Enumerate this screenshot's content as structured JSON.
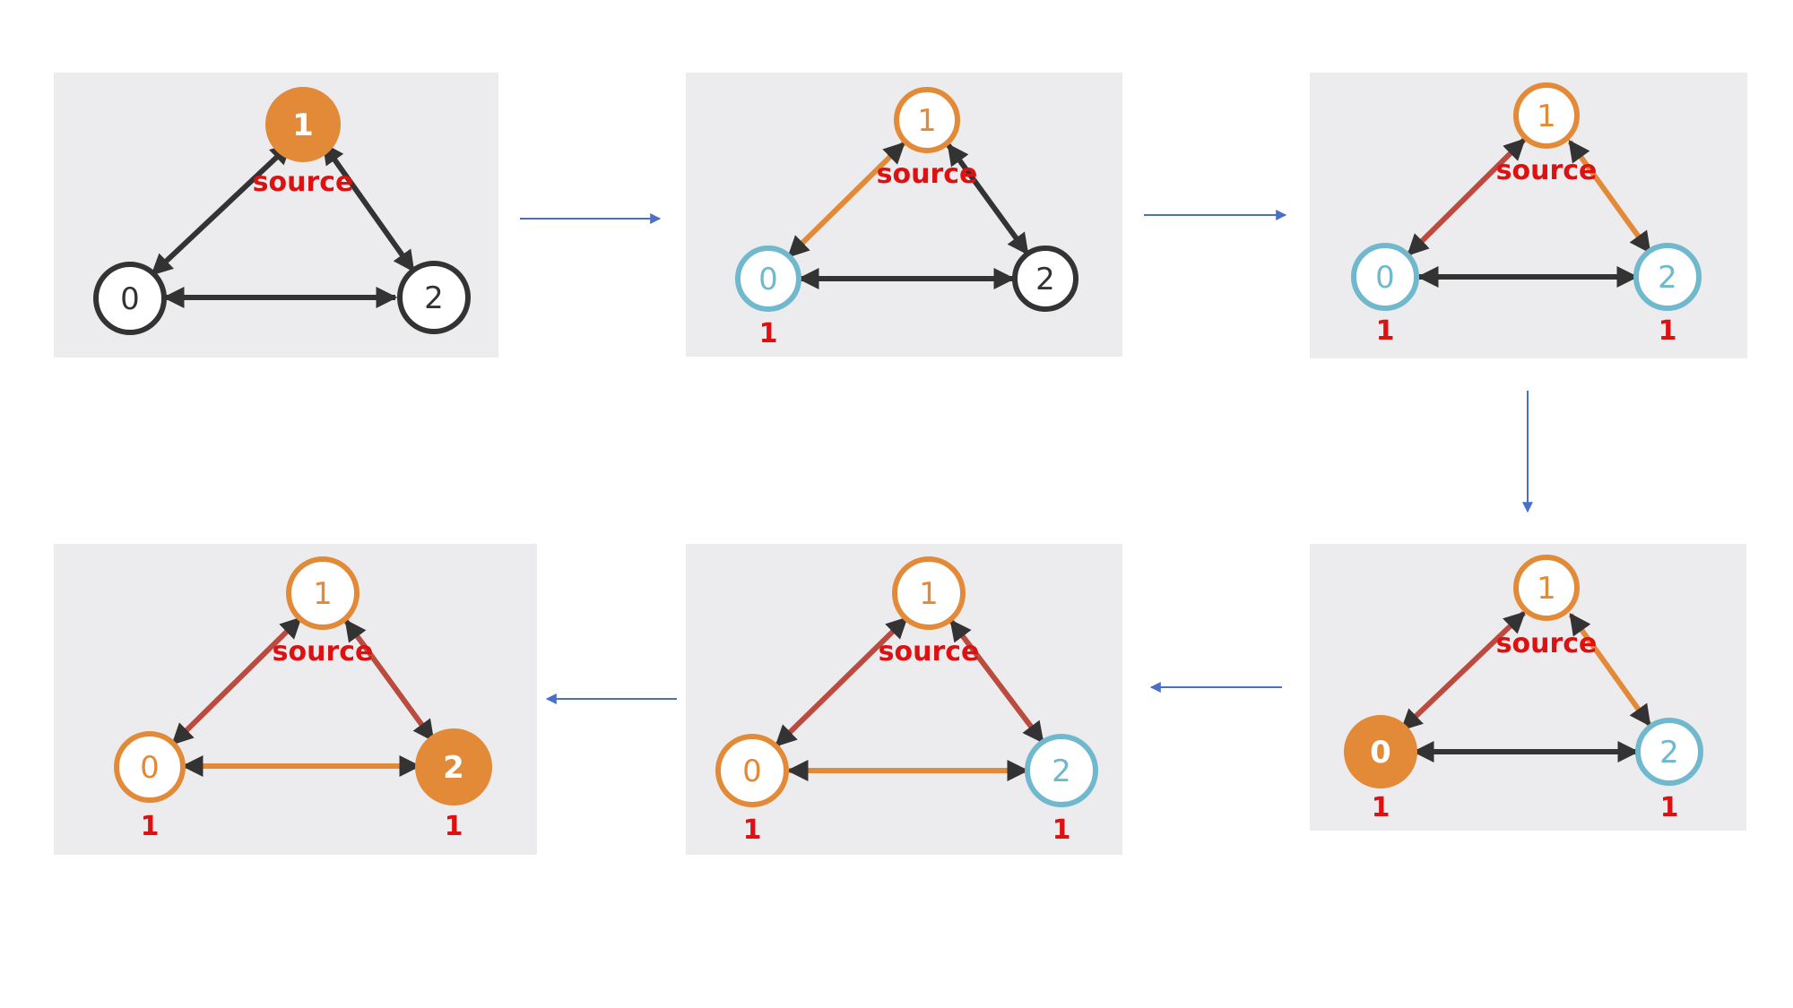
{
  "colors": {
    "panel_bg": "#ececee",
    "unvisited": "#333333",
    "frontier": "#e38a38",
    "discovered": "#6fb8cd",
    "done": "#bb4b3e",
    "label_red": "#dd1111",
    "flow_arrow": "#4a6fc9"
  },
  "source_label": "source",
  "panels": [
    {
      "id": "step-1",
      "nodes": [
        {
          "id": "1",
          "label": "1",
          "state": "current",
          "dist": ""
        },
        {
          "id": "0",
          "label": "0",
          "state": "unvisited",
          "dist": ""
        },
        {
          "id": "2",
          "label": "2",
          "state": "unvisited",
          "dist": ""
        }
      ],
      "edges": [
        {
          "id": "1-0",
          "state": "unvisited"
        },
        {
          "id": "1-2",
          "state": "unvisited"
        },
        {
          "id": "0-2",
          "state": "unvisited"
        }
      ]
    },
    {
      "id": "step-2",
      "nodes": [
        {
          "id": "1",
          "label": "1",
          "state": "visited",
          "dist": ""
        },
        {
          "id": "0",
          "label": "0",
          "state": "discovered",
          "dist": "1"
        },
        {
          "id": "2",
          "label": "2",
          "state": "unvisited",
          "dist": ""
        }
      ],
      "edges": [
        {
          "id": "1-0",
          "state": "frontier"
        },
        {
          "id": "1-2",
          "state": "unvisited"
        },
        {
          "id": "0-2",
          "state": "unvisited"
        }
      ]
    },
    {
      "id": "step-3",
      "nodes": [
        {
          "id": "1",
          "label": "1",
          "state": "visited",
          "dist": ""
        },
        {
          "id": "0",
          "label": "0",
          "state": "discovered",
          "dist": "1"
        },
        {
          "id": "2",
          "label": "2",
          "state": "discovered",
          "dist": "1"
        }
      ],
      "edges": [
        {
          "id": "1-0",
          "state": "done"
        },
        {
          "id": "1-2",
          "state": "frontier"
        },
        {
          "id": "0-2",
          "state": "unvisited"
        }
      ]
    },
    {
      "id": "step-4",
      "nodes": [
        {
          "id": "1",
          "label": "1",
          "state": "visited",
          "dist": ""
        },
        {
          "id": "0",
          "label": "0",
          "state": "current",
          "dist": "1"
        },
        {
          "id": "2",
          "label": "2",
          "state": "discovered",
          "dist": "1"
        }
      ],
      "edges": [
        {
          "id": "1-0",
          "state": "done"
        },
        {
          "id": "1-2",
          "state": "frontier"
        },
        {
          "id": "0-2",
          "state": "unvisited"
        }
      ]
    },
    {
      "id": "step-5",
      "nodes": [
        {
          "id": "1",
          "label": "1",
          "state": "visited",
          "dist": ""
        },
        {
          "id": "0",
          "label": "0",
          "state": "visited",
          "dist": "1"
        },
        {
          "id": "2",
          "label": "2",
          "state": "discovered",
          "dist": "1"
        }
      ],
      "edges": [
        {
          "id": "1-0",
          "state": "done"
        },
        {
          "id": "1-2",
          "state": "done"
        },
        {
          "id": "0-2",
          "state": "frontier"
        }
      ]
    },
    {
      "id": "step-6",
      "nodes": [
        {
          "id": "1",
          "label": "1",
          "state": "visited",
          "dist": ""
        },
        {
          "id": "0",
          "label": "0",
          "state": "visited",
          "dist": "1"
        },
        {
          "id": "2",
          "label": "2",
          "state": "current",
          "dist": "1"
        }
      ],
      "edges": [
        {
          "id": "1-0",
          "state": "done"
        },
        {
          "id": "1-2",
          "state": "done"
        },
        {
          "id": "0-2",
          "state": "frontier"
        }
      ]
    }
  ]
}
